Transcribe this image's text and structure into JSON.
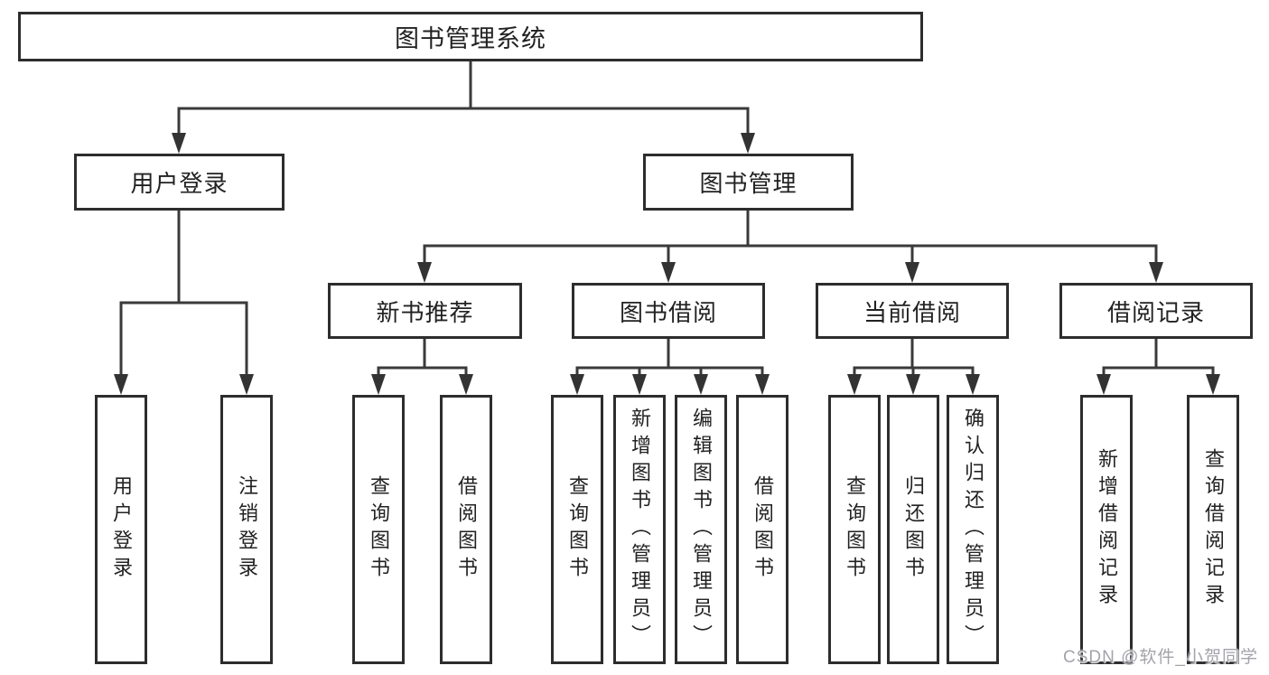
{
  "tree": {
    "label": "图书管理系统",
    "children": [
      {
        "label": "用户登录",
        "children": [
          {
            "label": "用户登录"
          },
          {
            "label": "注销登录"
          }
        ]
      },
      {
        "label": "图书管理",
        "children": [
          {
            "label": "新书推荐",
            "children": [
              {
                "label": "查询图书"
              },
              {
                "label": "借阅图书"
              }
            ]
          },
          {
            "label": "图书借阅",
            "children": [
              {
                "label": "查询图书"
              },
              {
                "label": "新增图书（管理员）"
              },
              {
                "label": "编辑图书（管理员）"
              },
              {
                "label": "借阅图书"
              }
            ]
          },
          {
            "label": "当前借阅",
            "children": [
              {
                "label": "查询图书"
              },
              {
                "label": "归还图书"
              },
              {
                "label": "确认归还（管理员）"
              }
            ]
          },
          {
            "label": "借阅记录",
            "children": [
              {
                "label": "新增借阅记录"
              },
              {
                "label": "查询借阅记录"
              }
            ]
          }
        ]
      }
    ]
  },
  "watermark": {
    "text": "CSDN @软件_小贺同学"
  },
  "colors": {
    "line": "#3a3a3a",
    "box_border": "#2d2d2d",
    "text": "#222222",
    "watermark": "#a3a3ab",
    "background": "#ffffff"
  }
}
